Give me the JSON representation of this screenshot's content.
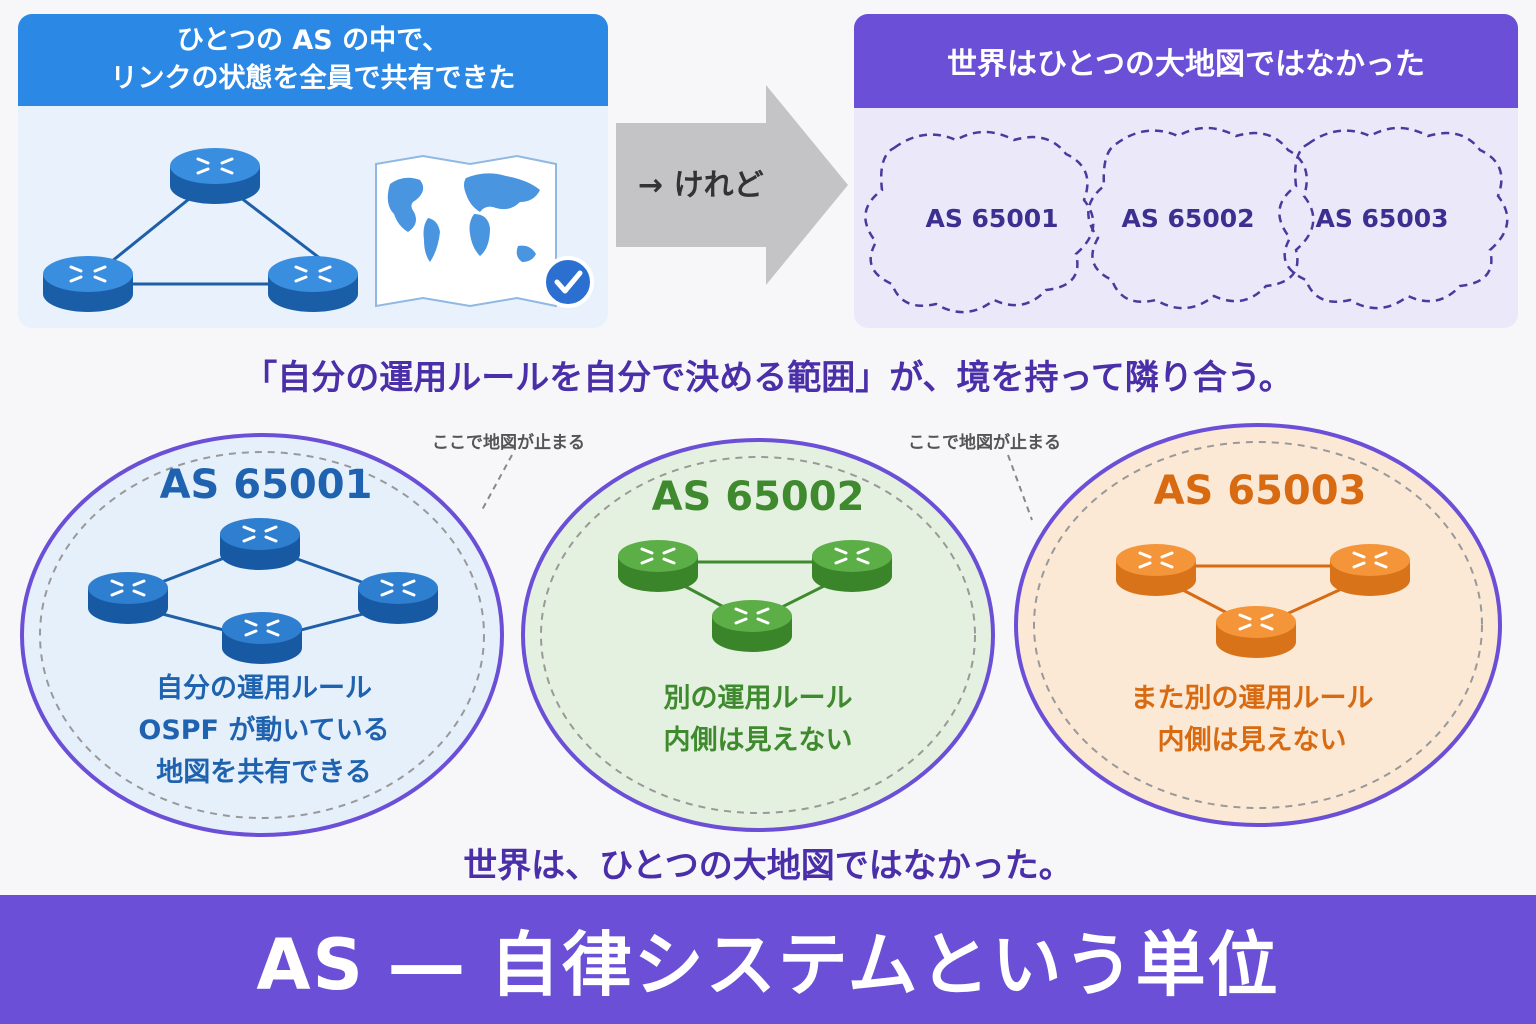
{
  "panel_left": {
    "title_line1": "ひとつの AS の中で、",
    "title_line2": "リンクの状態を全員で共有できた",
    "icons": [
      "router-icon",
      "world-map-icon",
      "checkmark-icon"
    ]
  },
  "arrow": {
    "label": "→ けれど"
  },
  "panel_right": {
    "title": "世界はひとつの大地図ではなかった",
    "clouds": [
      "AS 65001",
      "AS 65002",
      "AS 65003"
    ]
  },
  "statement": "「自分の運用ルールを自分で決める範囲」が、境を持って隣り合う。",
  "boundary_notes": [
    "ここで地図が止まる",
    "ここで地図が止まる"
  ],
  "as_circles": [
    {
      "name": "AS 65001",
      "color": "#1f63b0",
      "fill": "#e6f0fb",
      "lines": [
        "自分の運用ルール",
        "OSPF が動いている",
        "地図を共有できる"
      ]
    },
    {
      "name": "AS 65002",
      "color": "#3f8a2e",
      "fill": "#e5f1e0",
      "lines": [
        "別の運用ルール",
        "内側は見えない"
      ]
    },
    {
      "name": "AS 65003",
      "color": "#d86b12",
      "fill": "#fbe9d6",
      "lines": [
        "また別の運用ルール",
        "内側は見えない"
      ]
    }
  ],
  "bottom_statement": "世界は、ひとつの大地図ではなかった。",
  "footer_title": "AS ― 自律システムという単位",
  "colors": {
    "blue_header": "#2b88e4",
    "purple": "#6b4fd6",
    "router_blue": "#2f7fd1",
    "router_green": "#4fa23c",
    "router_orange": "#f08a25"
  }
}
